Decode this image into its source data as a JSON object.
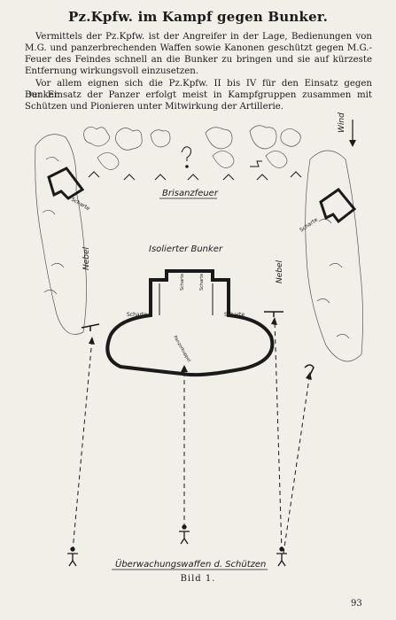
{
  "page": {
    "title": "Pz.Kpfw. im Kampf gegen Bunker.",
    "paragraphs": [
      "Vermittels der Pz.Kpfw. ist der Angreifer in der Lage, Bedienungen von M.G. und panzerbrechenden Waffen sowie Kanonen geschützt gegen M.G.-Feuer des Feindes schnell an die Bunker zu bringen und sie auf kürzeste Entfernung wirkungsvoll einzusetzen.",
      "Vor allem eignen sich die Pz.Kpfw. II bis IV für den Einsatz gegen Bunker.",
      "Der Einsatz der Panzer erfolgt meist in Kampfgruppen zusammen mit Schützen und Pionieren unter Mitwirkung der Artillerie."
    ],
    "caption": "Bild 1.",
    "page_number": "93"
  },
  "diagram": {
    "brisanz": "Brisanzfeuer",
    "wind": "Wind",
    "nebel_left": "Nebel",
    "nebel_right": "Nebel",
    "bunker_title": "Isolierter Bunker",
    "scharte_1": "Scharte",
    "scharte_2": "Scharte",
    "scharte_left": "Scharte",
    "scharte_right": "Scharte",
    "scharte_tl": "Scharte",
    "scharte_tr": "Scharte",
    "panzerkuppel": "Panzerkuppel",
    "bottom_label": "Überwachungswaffen d. Schützen"
  }
}
